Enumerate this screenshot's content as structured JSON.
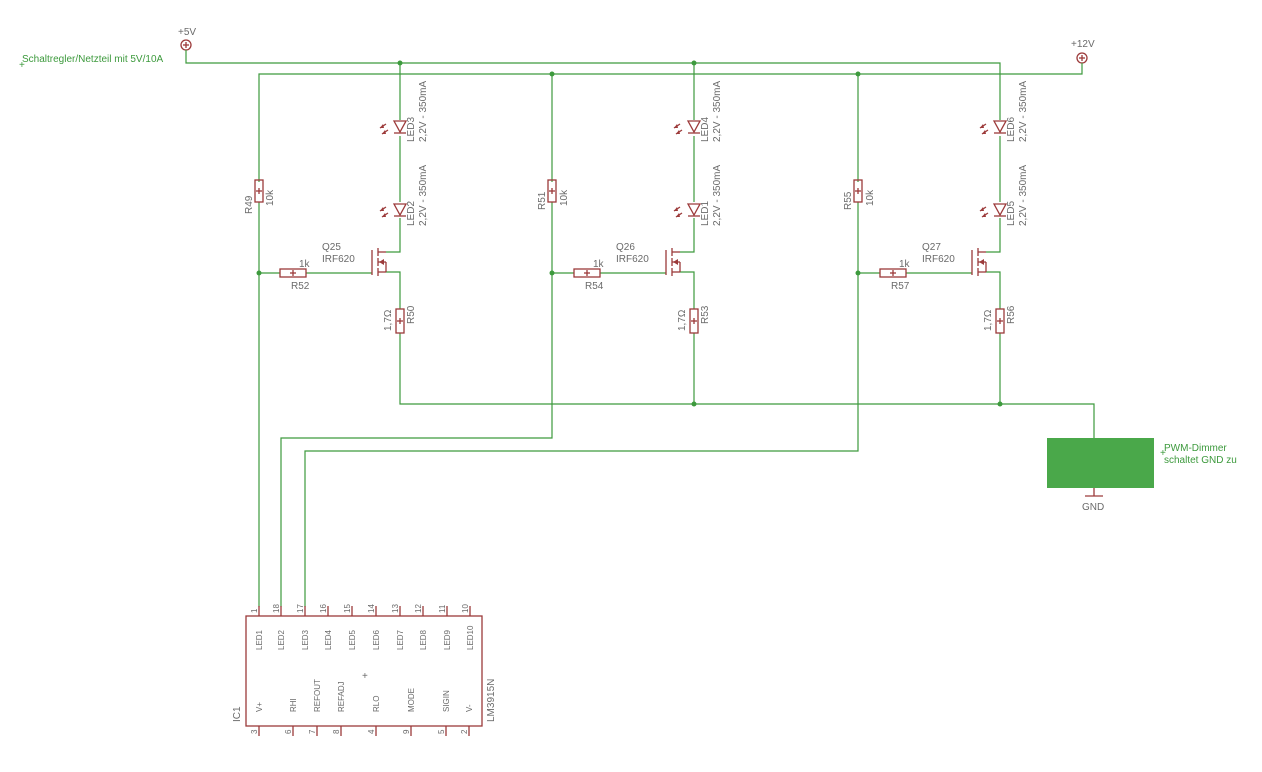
{
  "supplies": {
    "v5": "+5V",
    "v12": "+12V",
    "gnd": "GND"
  },
  "notes": {
    "psu": "Schaltregler/Netzteil mit 5V/10A",
    "dimmer1": "PWM-Dimmer",
    "dimmer2": "schaltet GND zu"
  },
  "stages": [
    {
      "led_top": "LED3",
      "led_bot": "LED2",
      "led_val": "2,2V - 350mA",
      "r_div": "R49",
      "r_div_val": "10k",
      "r_gate": "R52",
      "r_gate_val": "1k",
      "q": "Q25",
      "q_val": "IRF620",
      "r_src": "R50",
      "r_src_val": "1,7Ω"
    },
    {
      "led_top": "LED4",
      "led_bot": "LED1",
      "led_val": "2,2V - 350mA",
      "r_div": "R51",
      "r_div_val": "10k",
      "r_gate": "R54",
      "r_gate_val": "1k",
      "q": "Q26",
      "q_val": "IRF620",
      "r_src": "R53",
      "r_src_val": "1,7Ω"
    },
    {
      "led_top": "LED6",
      "led_bot": "LED5",
      "led_val": "2,2V - 350mA",
      "r_div": "R55",
      "r_div_val": "10k",
      "r_gate": "R57",
      "r_gate_val": "1k",
      "q": "Q27",
      "q_val": "IRF620",
      "r_src": "R56",
      "r_src_val": "1,7Ω"
    }
  ],
  "ic": {
    "name": "IC1",
    "part": "LM3915N",
    "top_pins": [
      {
        "num": "1",
        "name": "LED1"
      },
      {
        "num": "18",
        "name": "LED2"
      },
      {
        "num": "17",
        "name": "LED3"
      },
      {
        "num": "16",
        "name": "LED4"
      },
      {
        "num": "15",
        "name": "LED5"
      },
      {
        "num": "14",
        "name": "LED6"
      },
      {
        "num": "13",
        "name": "LED7"
      },
      {
        "num": "12",
        "name": "LED8"
      },
      {
        "num": "11",
        "name": "LED9"
      },
      {
        "num": "10",
        "name": "LED10"
      }
    ],
    "bottom_pins": [
      {
        "num": "3",
        "name": "V+"
      },
      {
        "num": "6",
        "name": "RHI"
      },
      {
        "num": "7",
        "name": "REFOUT"
      },
      {
        "num": "8",
        "name": "REFADJ"
      },
      {
        "num": "4",
        "name": "RLO"
      },
      {
        "num": "9",
        "name": "MODE"
      },
      {
        "num": "5",
        "name": "SIGIN"
      },
      {
        "num": "2",
        "name": "V-"
      }
    ]
  },
  "colors": {
    "wire": "#3d9a3d",
    "component": "#9c3a3a",
    "module": "#4aa84a",
    "text": "#6a6a6a"
  }
}
